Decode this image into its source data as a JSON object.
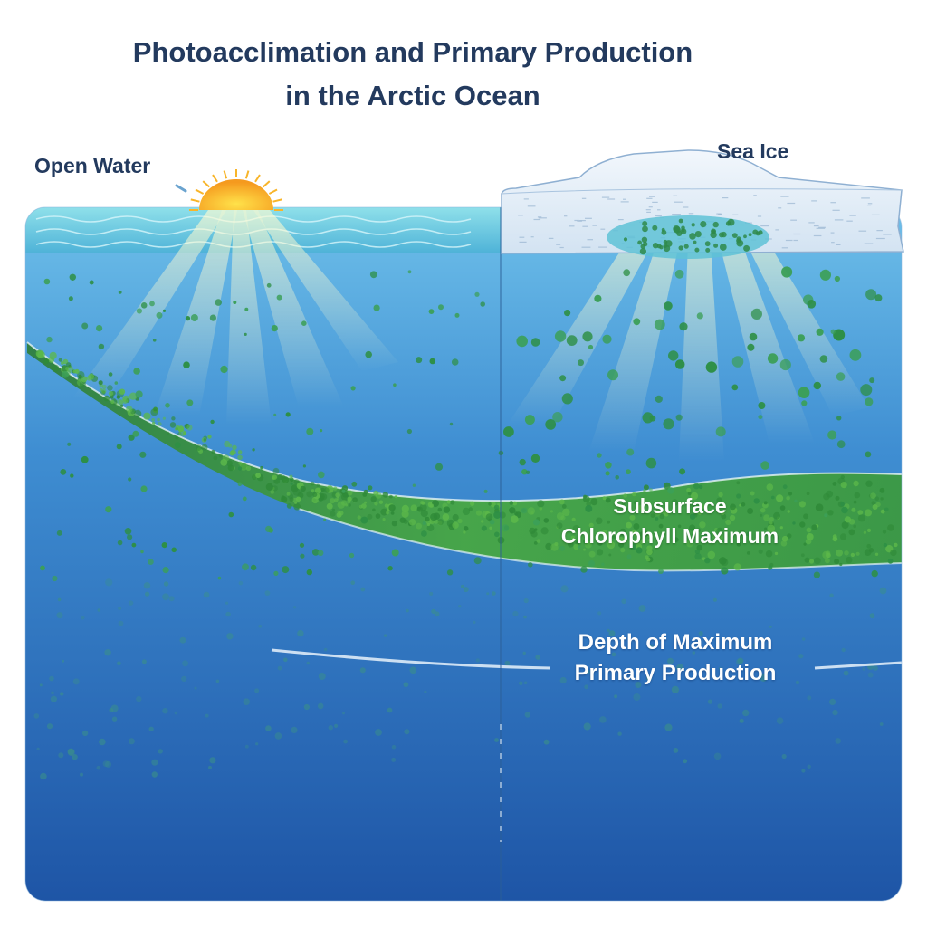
{
  "title": {
    "line1": "Photoacclimation and Primary Production",
    "line2": "in the Arctic Ocean"
  },
  "labels": {
    "open_water": "Open Water",
    "sea_ice": "Sea Ice",
    "chlorophyll_line1": "Subsurface",
    "chlorophyll_line2": "Chlorophyll Maximum",
    "production_line1": "Depth of Maximum",
    "production_line2": "Primary Production"
  },
  "colors": {
    "title": "#233a5e",
    "ocean_top": "#5fb6e6",
    "ocean_bottom": "#1f58a8",
    "chlorophyll": "#3e9b3a",
    "sun": "#f7a823",
    "ice": "#e4eef8"
  }
}
